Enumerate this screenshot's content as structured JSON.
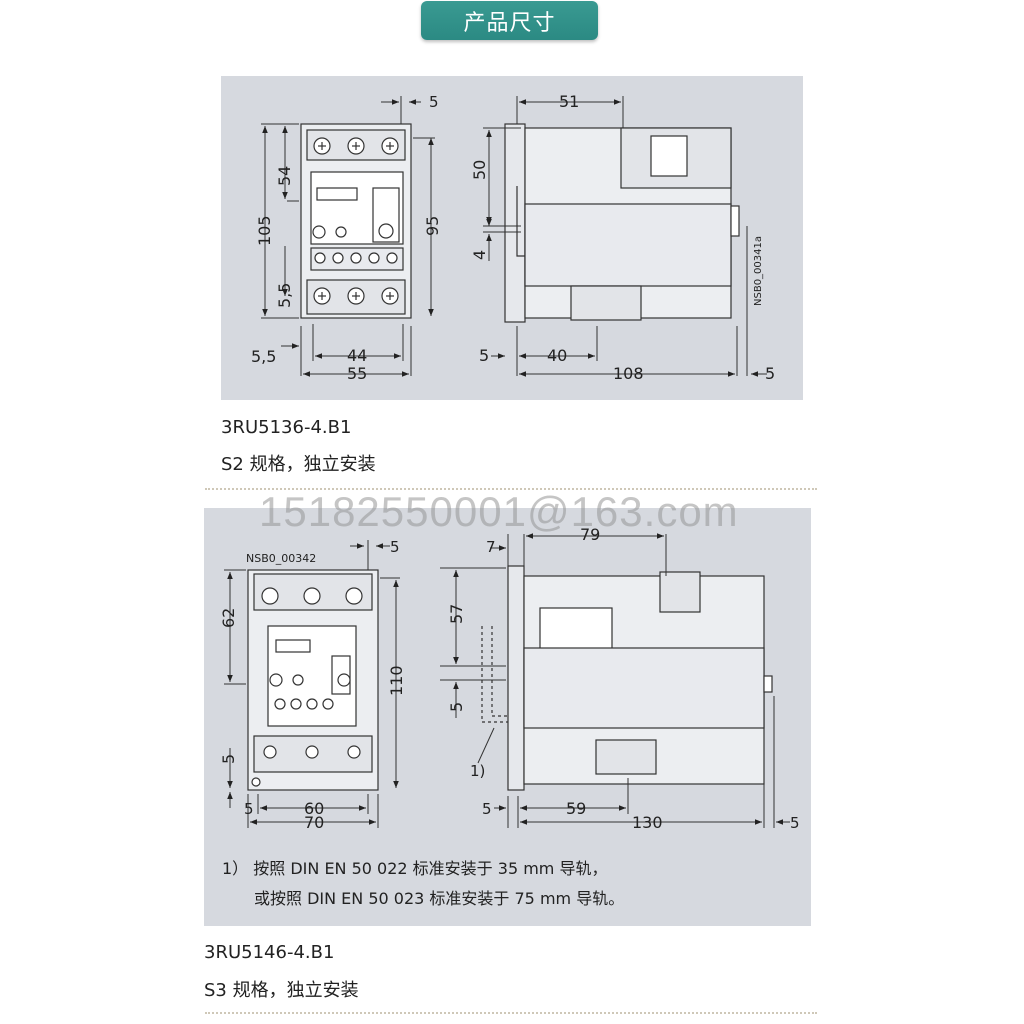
{
  "header": {
    "title": "产品尺寸"
  },
  "diagram1": {
    "dims": {
      "top_right": "5",
      "left_54": "54",
      "left_105": "105",
      "left_55a": "5,5",
      "right_95": "95",
      "bottom_55a": "5,5",
      "bottom_44": "44",
      "bottom_55": "55",
      "side_51": "51",
      "side_50": "50",
      "side_4": "4",
      "side_5": "5",
      "side_40": "40",
      "side_108": "108",
      "side_5b": "5"
    },
    "code": "NSB0_00341a"
  },
  "caption1": {
    "model": "3RU5136-4.B1",
    "desc": "S2 规格，独立安装"
  },
  "watermark": "15182550001@163.com",
  "diagram2": {
    "dims": {
      "top_right": "5",
      "left_62": "62",
      "left_5": "5",
      "right_110": "110",
      "bottom_5": "5",
      "bottom_60": "60",
      "bottom_70": "70",
      "side_7": "7",
      "side_79": "79",
      "side_57": "57",
      "side_5": "5",
      "rail_note": "1)",
      "side_5b": "5",
      "side_59": "59",
      "side_130": "130",
      "side_5c": "5"
    },
    "code": "NSB0_00342"
  },
  "notes": {
    "line1": "1） 按照 DIN EN 50 022 标准安装于 35 mm 导轨，",
    "line2": "或按照 DIN EN 50 023 标准安装于 75 mm 导轨。"
  },
  "caption2": {
    "model": "3RU5146-4.B1",
    "desc": "S3 规格，独立安装"
  }
}
